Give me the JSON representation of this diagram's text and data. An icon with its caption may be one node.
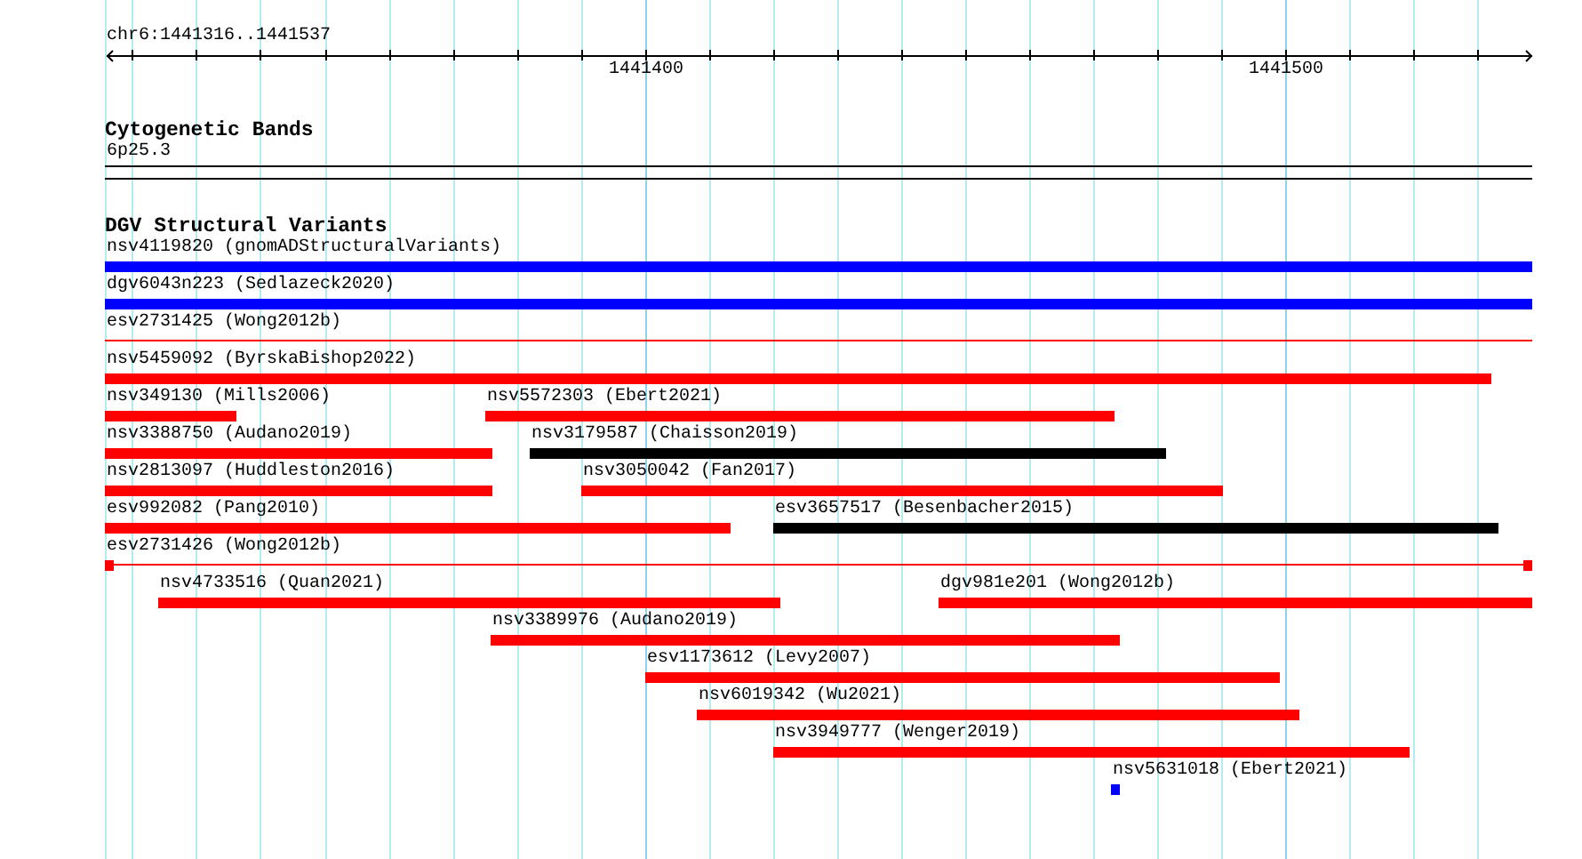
{
  "diagram": {
    "nodes": [
      {
        "text": [
          "6p25.3"
        ]
      },
      {
        "text": [
          "nsv4119820 (gnomADStructuralVariants)"
        ]
      },
      {
        "text": [
          "dgv6043n223 (Sedlazeck2020)"
        ]
      },
      {
        "text": [
          "esv2731425 (Wong2012b)"
        ]
      },
      {
        "text": [
          "nsv5459092 (ByrskaBishop2022)"
        ]
      },
      {
        "text": [
          "nsv349130 (Mills2006)"
        ]
      },
      {
        "text": [
          "nsv5572303 (Ebert2021)"
        ]
      },
      {
        "text": [
          "nsv3388750 (Audano2019)"
        ]
      },
      {
        "text": [
          "nsv3179587 (Chaisson2019)"
        ]
      },
      {
        "text": [
          "nsv2813097 (Huddleston2016)"
        ]
      },
      {
        "text": [
          "nsv3050042 (Fan2017)"
        ]
      },
      {
        "text": [
          "esv992082 (Pang2010)"
        ]
      },
      {
        "text": [
          "esv3657517 (Besenbacher2015)"
        ]
      },
      {
        "text": [
          "esv2731426 (Wong2012b)"
        ]
      },
      {
        "text": [
          "nsv4733516 (Quan2021)"
        ]
      },
      {
        "text": [
          "dgv981e201 (Wong2012b)"
        ]
      },
      {
        "text": [
          "nsv3389976 (Audano2019)"
        ]
      },
      {
        "text": [
          "esv1173612 (Levy2007)"
        ]
      },
      {
        "text": [
          "nsv6019342 (Wu2021)"
        ]
      },
      {
        "text": [
          "nsv3949777 (Wenger2019)"
        ]
      },
      {
        "text": [
          "nsv5631018 (Ebert2021)"
        ]
      }
    ],
    "labels": [
      "chr6:1441316..1441537",
      "1441400",
      "1441500",
      "Cytogenetic Bands",
      "DGV Structural Variants"
    ]
  }
}
